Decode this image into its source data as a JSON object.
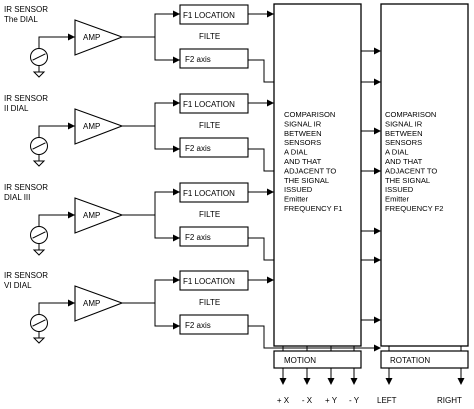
{
  "stages": [
    {
      "sensor_lines": [
        "IR SENSOR",
        "The DIAL"
      ],
      "amp": "AMP",
      "f1": "F1 LOCATION",
      "filte": "FILTE",
      "f2": "F2 axis"
    },
    {
      "sensor_lines": [
        "IR SENSOR",
        "II DIAL"
      ],
      "amp": "AMP",
      "f1": "F1 LOCATION",
      "filte": "FILTE",
      "f2": "F2 axis"
    },
    {
      "sensor_lines": [
        "IR SENSOR",
        "DIAL III"
      ],
      "amp": "AMP",
      "f1": "F1 LOCATION",
      "filte": "FILTE",
      "f2": "F2 axis"
    },
    {
      "sensor_lines": [
        "IR SENSOR",
        "VI DIAL"
      ],
      "amp": "AMP",
      "f1": "F1 LOCATION",
      "filte": "FILTE",
      "f2": "F2 axis"
    }
  ],
  "comparison_f1": [
    "COMPARISON",
    "SIGNAL IR",
    "BETWEEN",
    "SENSORS",
    "A DIAL",
    "AND THAT",
    "ADJACENT TO",
    "THE SIGNAL",
    "ISSUED",
    "Emitter",
    "FREQUENCY F1"
  ],
  "comparison_f2": [
    "COMPARISON",
    "SIGNAL IR",
    "BETWEEN",
    "SENSORS",
    "A DIAL",
    "AND THAT",
    "ADJACENT TO",
    "THE SIGNAL",
    "ISSUED",
    "Emitter",
    "FREQUENCY F2"
  ],
  "motion": {
    "label": "MOTION",
    "outputs": [
      "+ X",
      "- X",
      "+ Y",
      "- Y"
    ]
  },
  "rotation": {
    "label": "ROTATION",
    "outputs": [
      "LEFT",
      "RIGHT"
    ]
  }
}
